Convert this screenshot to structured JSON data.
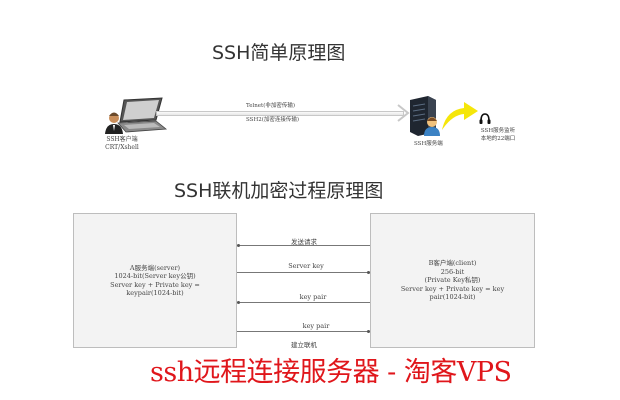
{
  "diagram1": {
    "title": "SSH简单原理图",
    "client": {
      "label_line1": "SSH客户端",
      "label_line2": "CRT/Xshell",
      "icon": "laptop-with-user-icon"
    },
    "connection": {
      "label_top": "Telnet(非加密传输)",
      "label_bottom": "SSH2(加密连接传输)",
      "icon": "double-line-arrow-right"
    },
    "server": {
      "label": "SSH服务端",
      "icon": "server-tower-with-user-icon"
    },
    "listener": {
      "label_line1": "SSH服务监听",
      "label_line2": "本地的22端口",
      "icon": "headset-icon",
      "arrow_color": "#f5e60a"
    }
  },
  "diagram2": {
    "title": "SSH联机加密过程原理图",
    "server_box": {
      "lines": [
        "A服务端(server)",
        "1024-bit(Server key公钥)",
        "Server key + Private key =",
        "keypair(1024-bit)"
      ]
    },
    "client_box": {
      "lines": [
        "B客户端(client)",
        "256-bit",
        "(Private Key私钥)",
        "Server key + Private key = key",
        "pair(1024-bit)"
      ]
    },
    "messages": [
      {
        "label": "发送请求",
        "direction": "right-to-left"
      },
      {
        "label": "Server key",
        "direction": "left-to-right"
      },
      {
        "label": "key pair",
        "direction": "right-to-left"
      },
      {
        "label": "key pair",
        "direction": "left-to-right"
      }
    ],
    "footer_label": "建立联机"
  },
  "watermark": {
    "text": "ssh远程连接服务器 - 淘客VPS",
    "color": "#e0161b"
  }
}
